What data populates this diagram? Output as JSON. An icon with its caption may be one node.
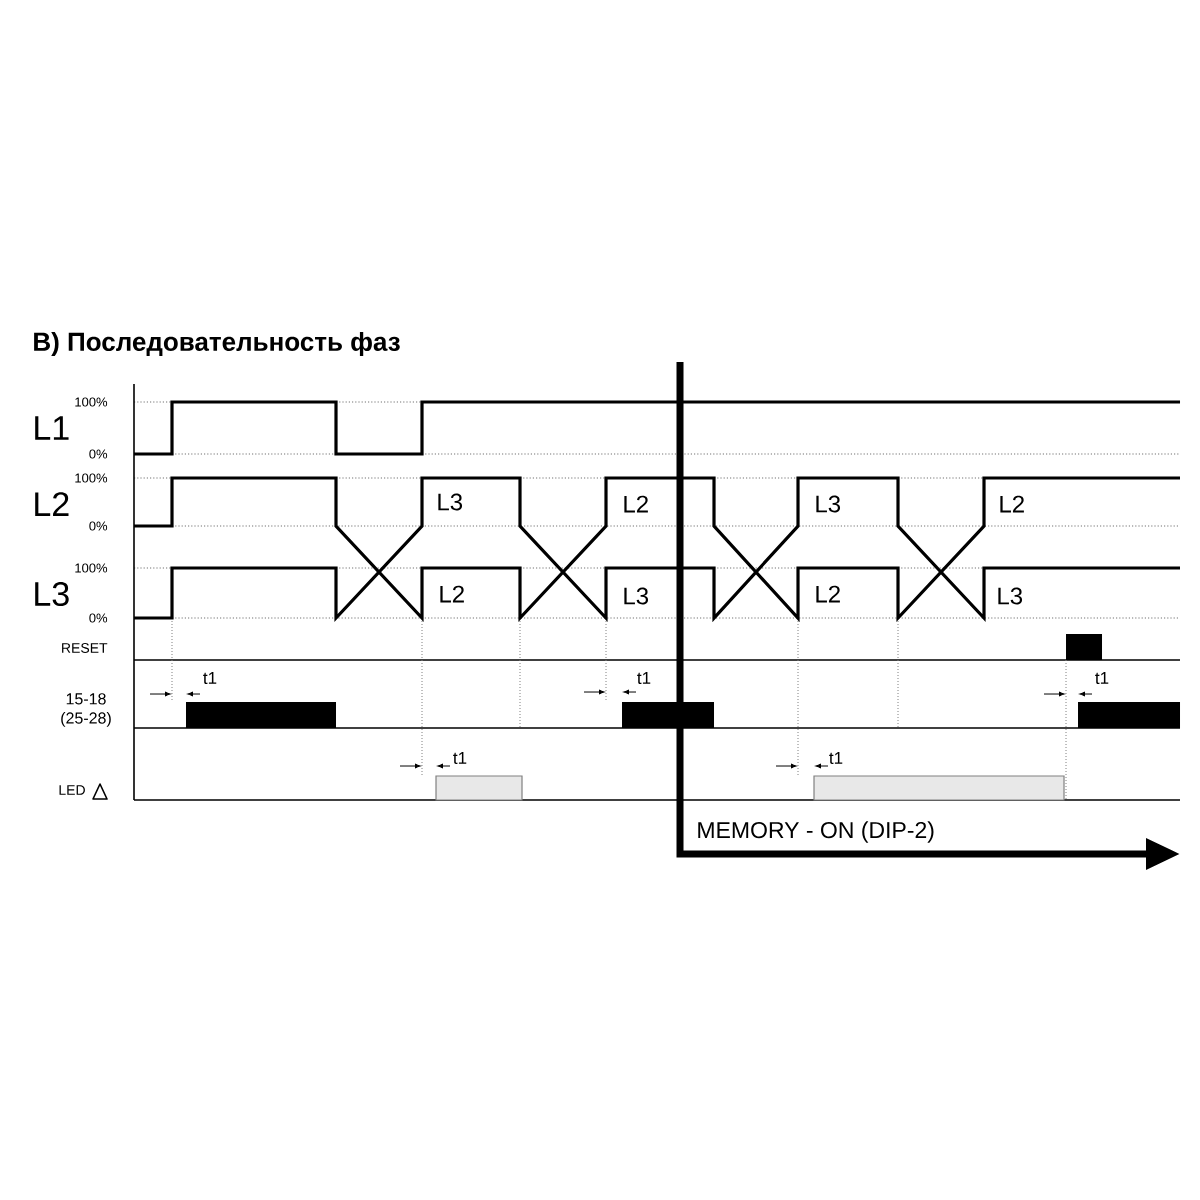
{
  "diagram": {
    "title": "В) Последовательность фаз",
    "labels": [
      "100%",
      "L1",
      "0%",
      "100%",
      "L2",
      "0%",
      "L3",
      "L2",
      "L3",
      "L2",
      "100%",
      "L3",
      "L2",
      "L3",
      "L2",
      "L3",
      "0%",
      "RESET",
      "t1",
      "t1",
      "t1",
      "15-18 (25-28)",
      "t1",
      "t1",
      "LED",
      "MEMORY - ON (DIP-2)"
    ]
  }
}
